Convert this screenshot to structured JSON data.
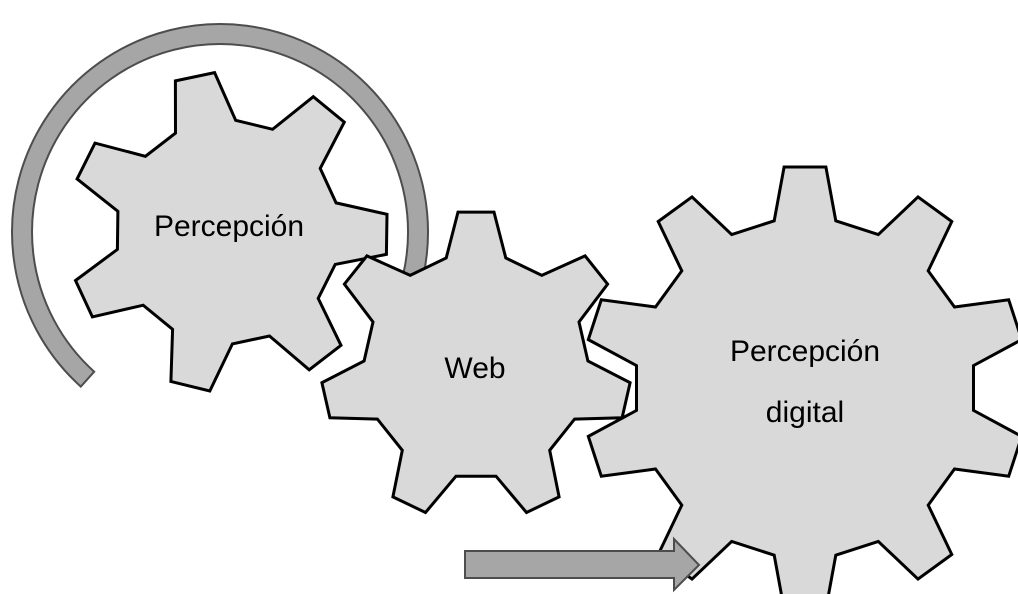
{
  "diagram": {
    "gears": {
      "perception": {
        "label": "Percepción"
      },
      "web": {
        "label": "Web"
      },
      "digital": {
        "label_line1": "Percepción",
        "label_line2": "digital"
      }
    }
  },
  "colors": {
    "gear_fill": "#d9d9d9",
    "gear_stroke": "#000000",
    "arrow_fill": "#a6a6a6",
    "arrow_stroke": "#4d4d4d"
  }
}
